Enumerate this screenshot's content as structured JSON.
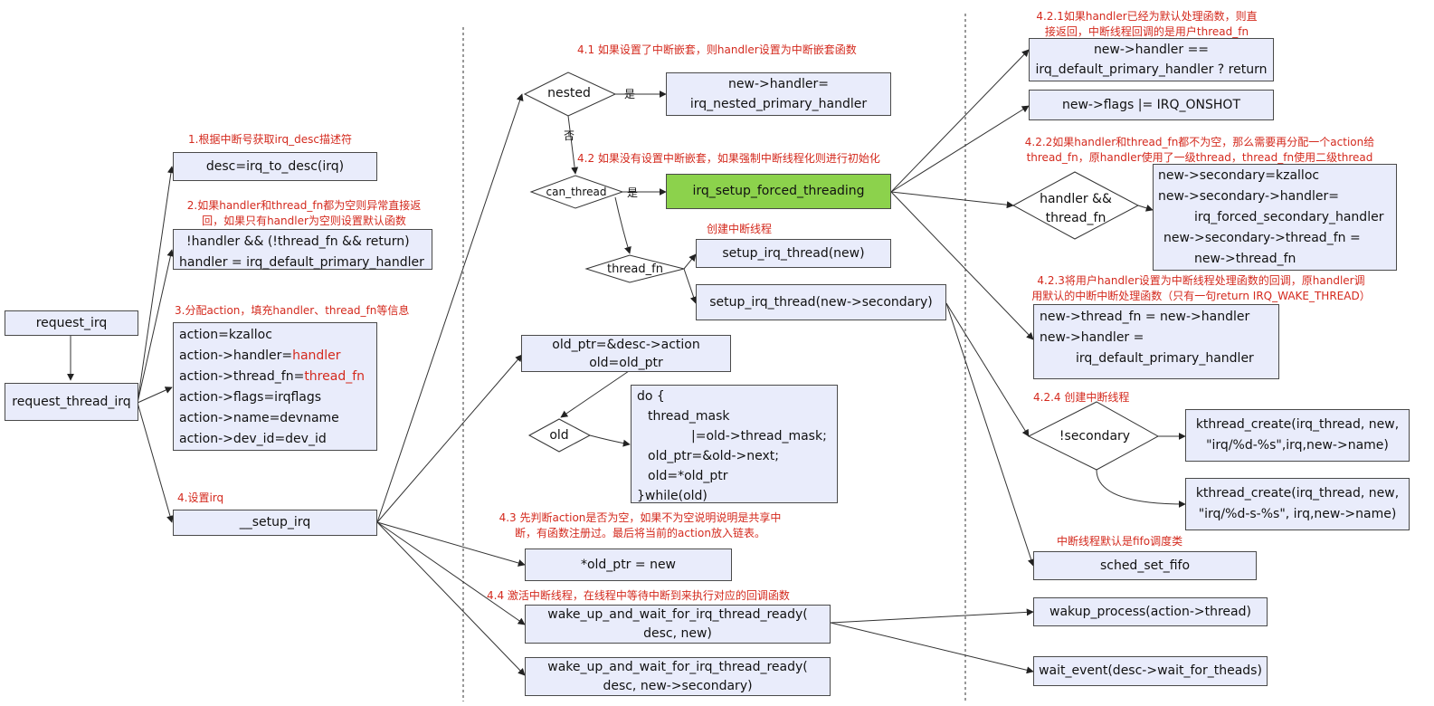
{
  "nodes": {
    "request_irq": "request_irq",
    "request_thread_irq": "request_thread_irq",
    "desc": "desc=irq_to_desc(irq)",
    "check_1": "!handler && (!thread_fn && return)",
    "check_2": "handler = irq_default_primary_handler",
    "action_lines": [
      "action=kzalloc",
      "action->flags=irqflags",
      "action->name=devname",
      "action->dev_id=dev_id"
    ],
    "action_handler_prefix": "action->handler=",
    "action_handler_value": "handler",
    "action_thread_prefix": "action->thread_fn=",
    "action_thread_value": "thread_fn",
    "setup_irq": "__setup_irq",
    "nested_handler_1": "new->handler=",
    "nested_handler_2": "irq_nested_primary_handler",
    "forced_threading": "irq_setup_forced_threading",
    "setup_thread_new": "setup_irq_thread(new)",
    "setup_thread_secondary": "setup_irq_thread(new->secondary)",
    "old_ptr_1": "old_ptr=&desc->action",
    "old_ptr_2": "old=old_ptr",
    "loop_lines": [
      "do {",
      "thread_mask",
      "|=old->thread_mask;",
      "old_ptr=&old->next;",
      "old=*old_ptr",
      "}while(old)"
    ],
    "old_ptr_new": "*old_ptr = new",
    "wake_1a": "wake_up_and_wait_for_irq_thread_ready(",
    "wake_1b": "desc, new)",
    "wake_2a": "wake_up_and_wait_for_irq_thread_ready(",
    "wake_2b": "desc, new->secondary)",
    "default_check_1": "new->handler ==",
    "default_check_2": "irq_default_primary_handler ? return",
    "flags_oneshot": "new->flags |= IRQ_ONSHOT",
    "secondary_lines": [
      "new->secondary=kzalloc",
      "new->secondary->handler=",
      "irq_forced_secondary_handler",
      "new->secondary->thread_fn =",
      "new->thread_fn"
    ],
    "thread_fn_lines": [
      "new->thread_fn = new->handler",
      "new->handler =",
      "irq_default_primary_handler"
    ],
    "kthread_1a": "kthread_create(irq_thread, new,",
    "kthread_1b": "\"irq/%d-%s\",irq,new->name)",
    "kthread_2a": "kthread_create(irq_thread, new,",
    "kthread_2b": "\"irq/%d-s-%s\", irq,new->name)",
    "sched_fifo": "sched_set_fifo",
    "wakeup_process": "wakup_process(action->thread)",
    "wait_event": "wait_event(desc->wait_for_theads)"
  },
  "decisions": {
    "nested": "nested",
    "can_thread": "can_thread",
    "thread_fn": "thread_fn",
    "old": "old",
    "handler_thread_1": "handler &&",
    "handler_thread_2": "thread_fn",
    "secondary": "!secondary"
  },
  "edge_labels": {
    "yes_1": "是",
    "no": "否",
    "yes_2": "是"
  },
  "notes": {
    "n1": "1.根据中断号获取irq_desc描述符",
    "n2a": "2.如果handler和thread_fn都为空则异常直接返",
    "n2b": "回，如果只有handler为空则设置默认函数",
    "n3": "3.分配action，填充handler、thread_fn等信息",
    "n4": "4.设置irq",
    "n41": "4.1 如果设置了中断嵌套，则handler设置为中断嵌套函数",
    "n42": "4.2 如果没有设置中断嵌套，如果强制中断线程化则进行初始化",
    "n_create": "创建中断线程",
    "n43a": "4.3 先判断action是否为空，如果不为空说明说明是共享中",
    "n43b": "断，有函数注册过。最后将当前的action放入链表。",
    "n44": "4.4 激活中断线程，在线程中等待中断到来执行对应的回调函数",
    "n421a": "4.2.1如果handler已经为默认处理函数，则直",
    "n421b": "接返回，中断线程回调的是用户thread_fn",
    "n422a": "4.2.2如果handler和thread_fn都不为空，那么需要再分配一个action给",
    "n422b": "thread_fn，原handler使用了一级thread，thread_fn使用二级thread",
    "n423a": "4.2.3将用户handler设置为中断线程处理函数的回调，原handler调",
    "n423b": "用默认的中断中断处理函数（只有一句return IRQ_WAKE_THREAD）",
    "n424": "4.2.4 创建中断线程",
    "n_fifo": "中断线程默认是fifo调度类"
  },
  "colors": {
    "box_fill": "#e9ecfb",
    "highlight_fill": "#8cd24c",
    "note_red": "#d42a1e",
    "line": "#333333"
  }
}
